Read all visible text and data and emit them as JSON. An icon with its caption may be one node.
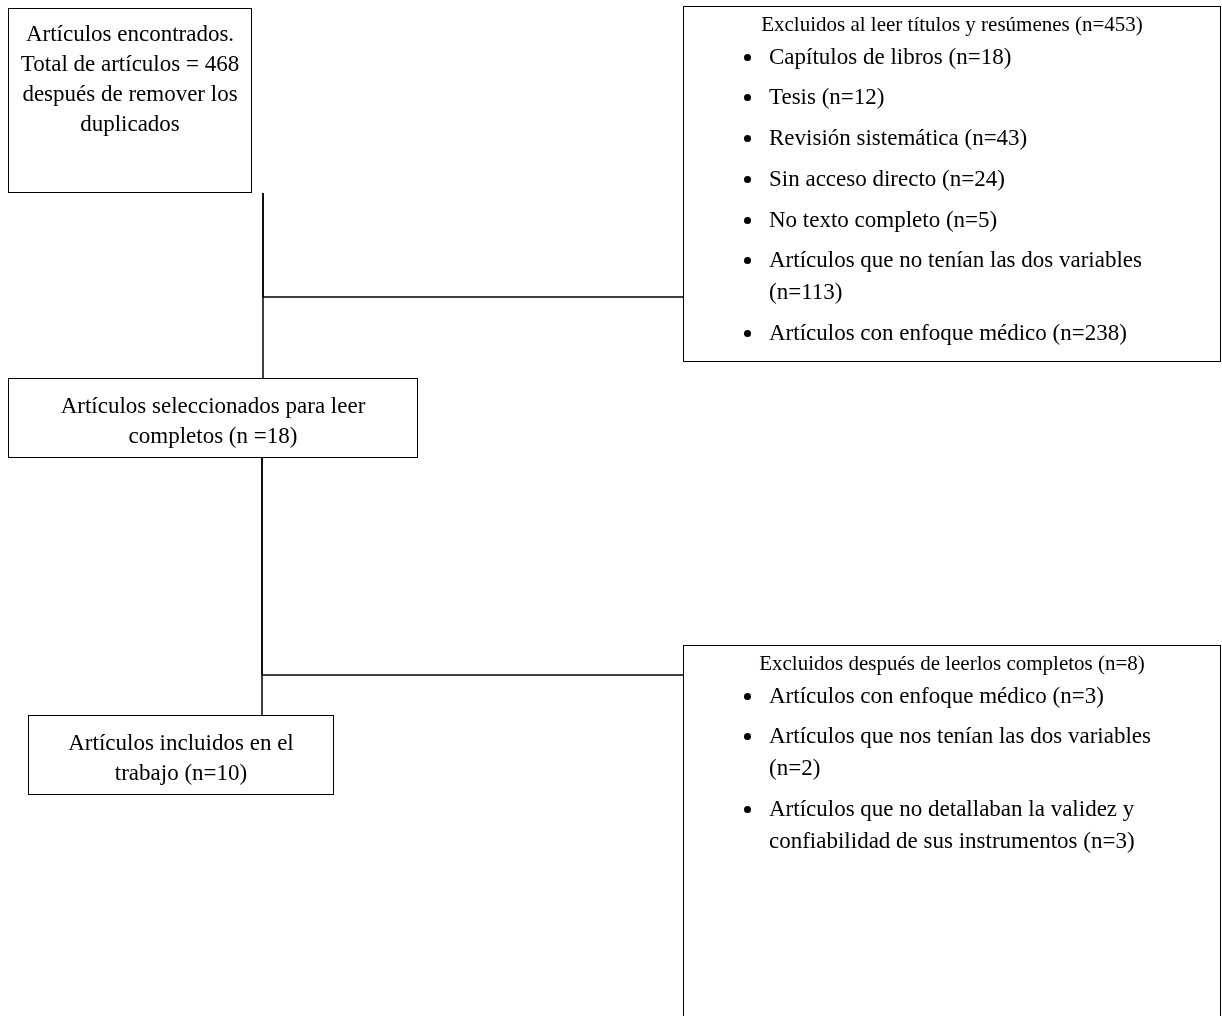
{
  "diagram": {
    "nodes": [
      {
        "text": [
          "Artículos encontrados. Total de artículos = 468 después de remover los duplicados"
        ]
      },
      {
        "text": [
          "Excluidos al leer títulos y resúmenes (n=453)",
          "Capítulos de libros (n=18)",
          "Tesis (n=12)",
          "Revisión sistemática (n=43)",
          "Sin acceso directo (n=24)",
          "No texto completo (n=5)",
          "Artículos que no tenían las dos variables (n=113)",
          "Artículos con enfoque médico (n=238)"
        ]
      },
      {
        "text": [
          "Artículos seleccionados para leer completos (n =18)"
        ]
      },
      {
        "text": [
          "Artículos incluidos en el trabajo (n=10)"
        ]
      },
      {
        "text": [
          "Excluidos después de leerlos completos (n=8)",
          "Artículos con enfoque médico (n=3)",
          "Artículos que nos tenían las dos variables (n=2)",
          "Artículos que no detallaban la validez y confiabilidad de sus instrumentos (n=3)"
        ]
      }
    ],
    "edges": [
      {
        "from": 0,
        "to": 2,
        "arrow": "none"
      },
      {
        "from": 0,
        "to": 1,
        "arrow": "none"
      },
      {
        "from": 2,
        "to": 3,
        "arrow": "none"
      },
      {
        "from": 2,
        "to": 4,
        "arrow": "none"
      }
    ]
  }
}
